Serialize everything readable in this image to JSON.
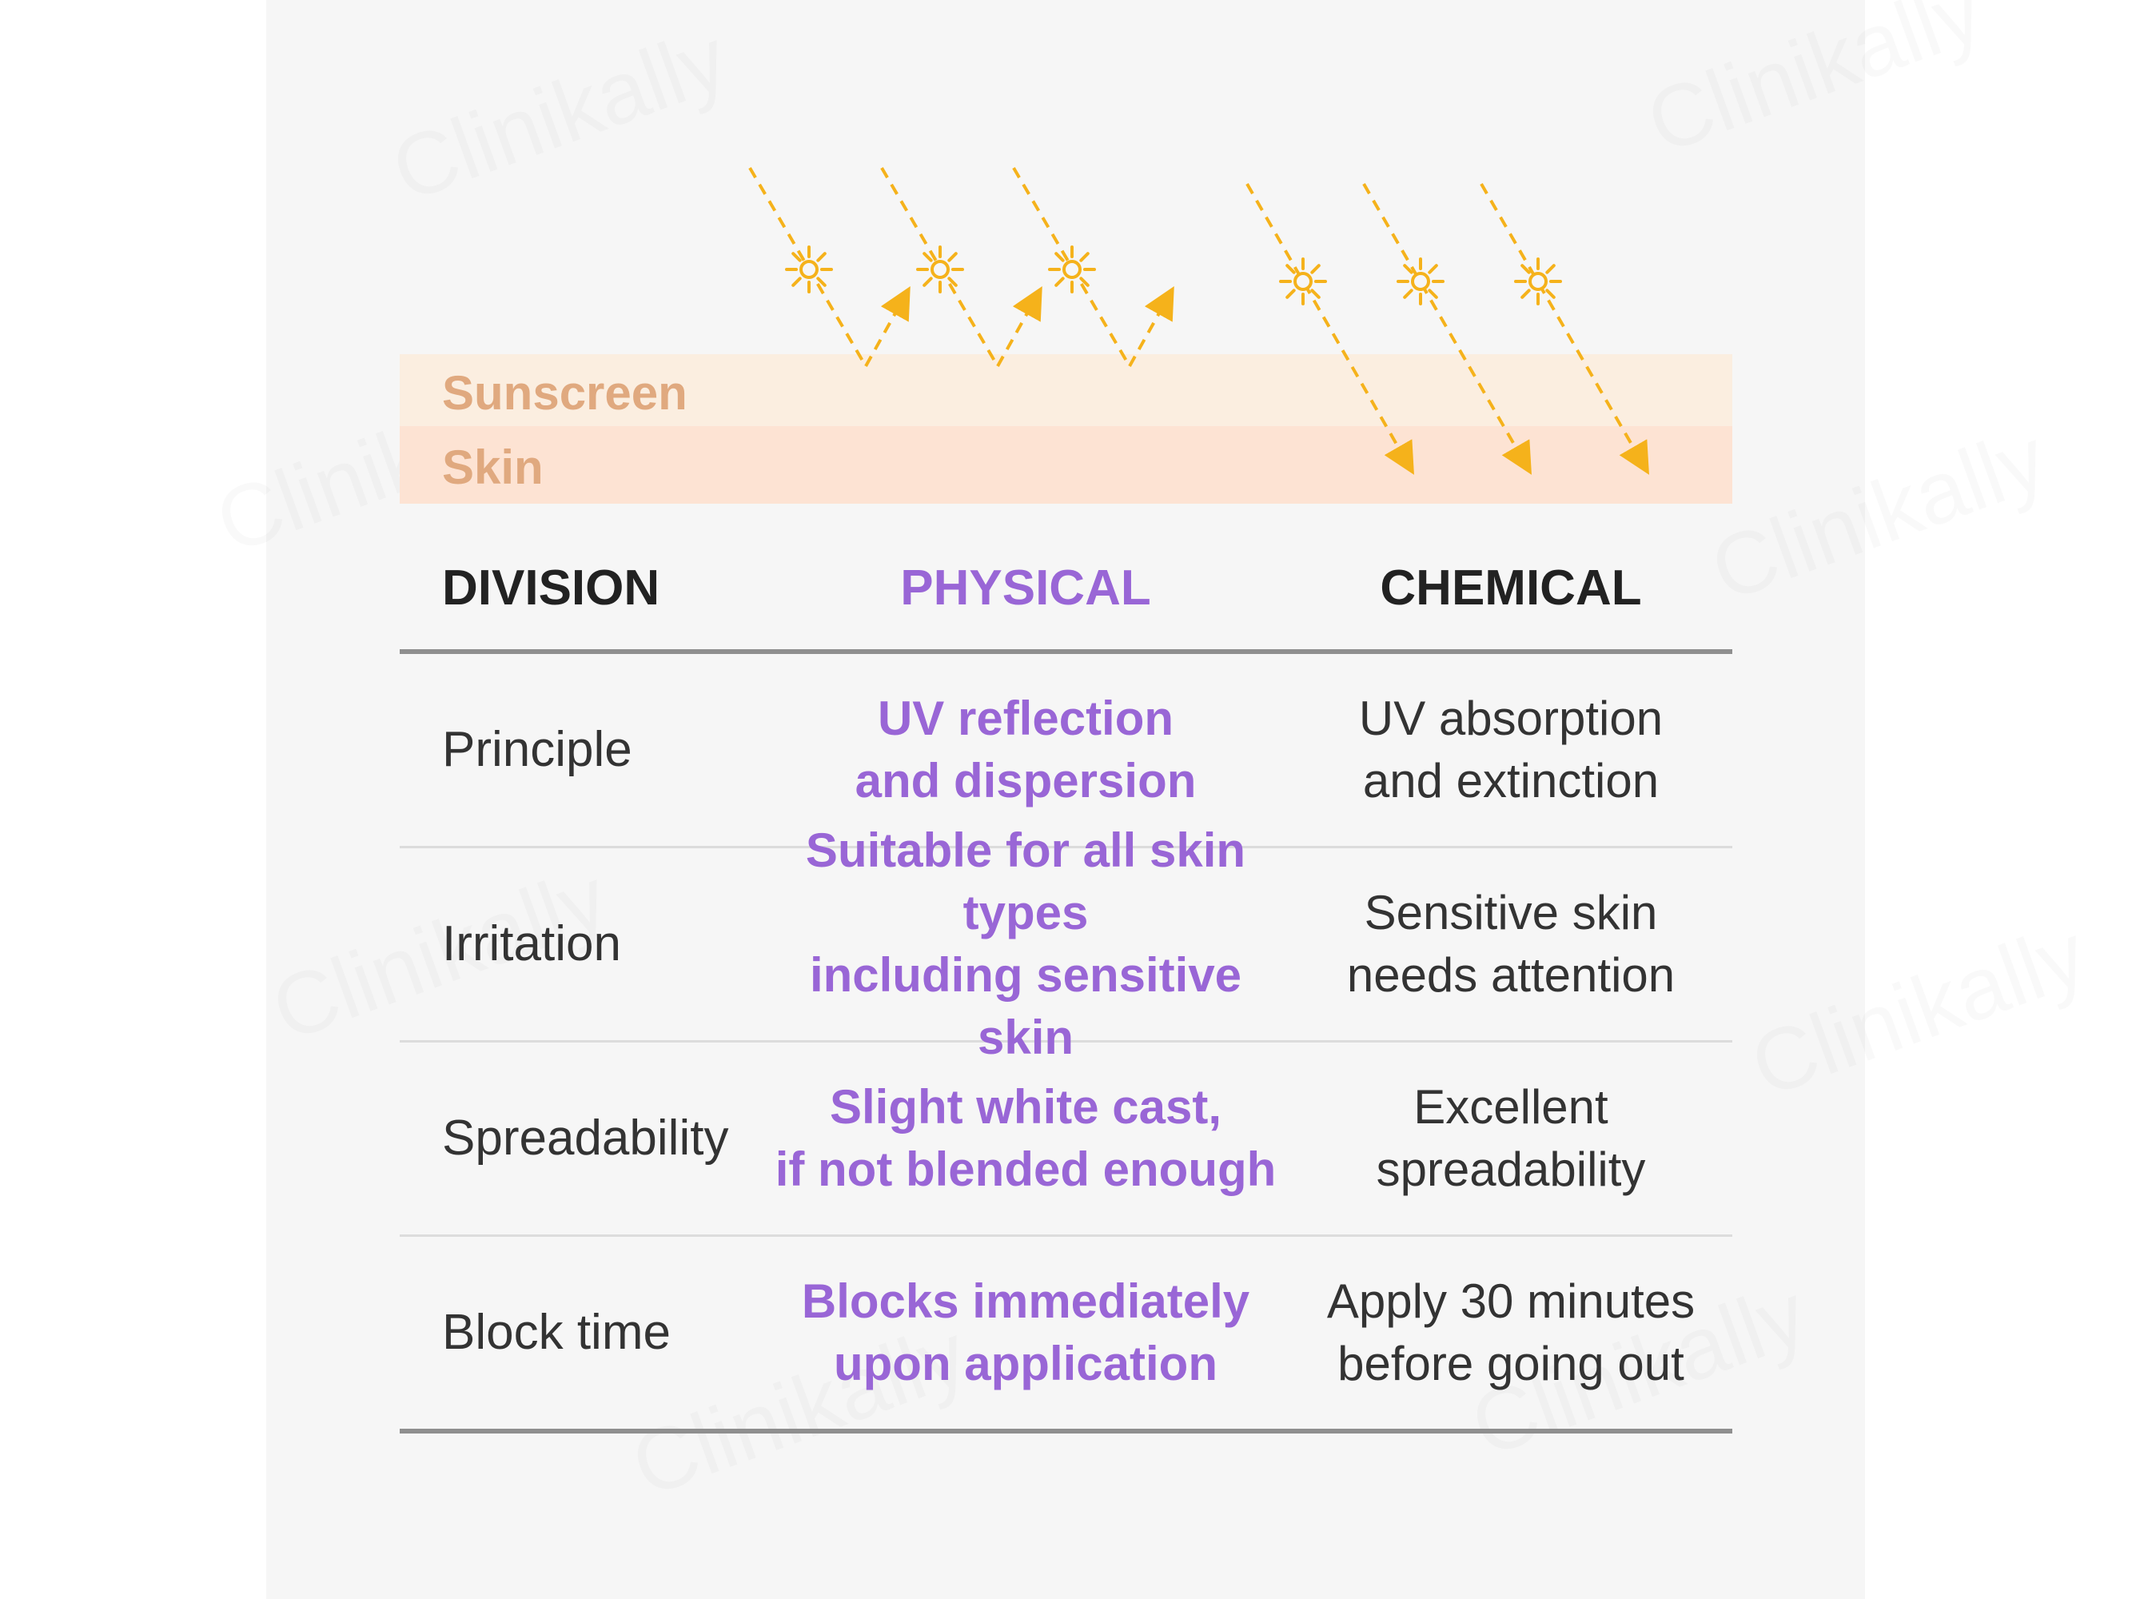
{
  "colors": {
    "accent_purple": "#9966d6",
    "ray_orange": "#f5b21b",
    "sunscreen_band": "#fbeee0",
    "skin_band": "#fde3d3",
    "band_text": "#e0a97f"
  },
  "layers": {
    "sunscreen": "Sunscreen",
    "skin": "Skin"
  },
  "watermark": "Clinikally",
  "table": {
    "headers": [
      "DIVISION",
      "PHYSICAL",
      "CHEMICAL"
    ],
    "rows": [
      {
        "label": "Principle",
        "physical": "UV reflection\nand dispersion",
        "chemical": "UV absorption\nand extinction"
      },
      {
        "label": "Irritation",
        "physical": "Suitable for all skin types\nincluding sensitive skin",
        "chemical": "Sensitive skin\nneeds attention"
      },
      {
        "label": "Spreadability",
        "physical": "Slight white cast,\nif not blended enough",
        "chemical": "Excellent\nspreadability"
      },
      {
        "label": "Block time",
        "physical": "Blocks immediately\nupon application",
        "chemical": "Apply 30 minutes\nbefore going out"
      }
    ]
  },
  "icons": {
    "sun": "sun-icon",
    "arrow": "dashed-arrow-icon"
  }
}
